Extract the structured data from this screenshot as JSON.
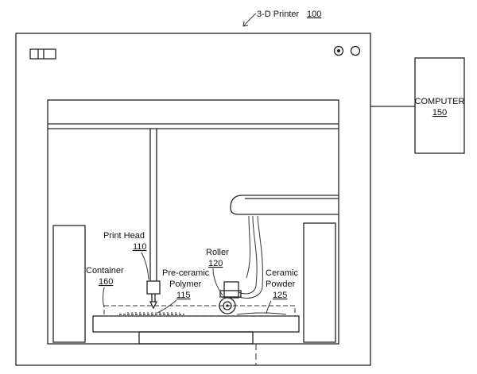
{
  "title": {
    "name": "3-D Printer",
    "ref": "100"
  },
  "computer": {
    "name": "COMPUTER",
    "ref": "150"
  },
  "labels": {
    "print_head": {
      "line1": "Print Head",
      "ref": "110"
    },
    "roller": {
      "line1": "Roller",
      "ref": "120"
    },
    "container": {
      "line1": "Container",
      "ref": "160"
    },
    "polymer": {
      "line1": "Pre-ceramic",
      "line2": "Polymer",
      "ref": "115"
    },
    "powder": {
      "line1": "Ceramic",
      "line2": "Powder",
      "ref": "125"
    }
  }
}
